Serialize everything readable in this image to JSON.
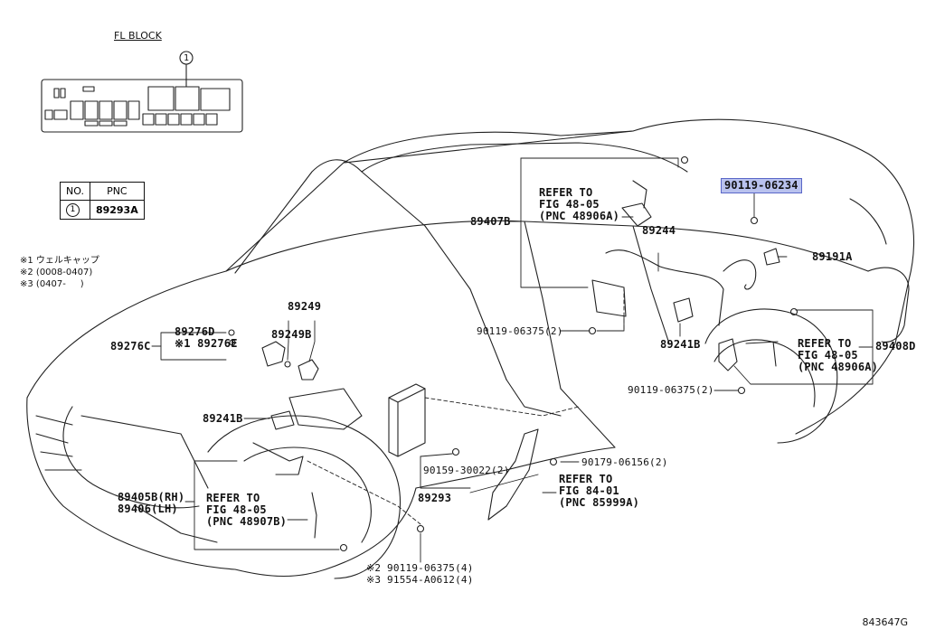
{
  "fl_block": {
    "title": "FL BLOCK",
    "callout": "1"
  },
  "pnc_table": {
    "header_no": "NO.",
    "header_pnc": "PNC",
    "row_no": "1",
    "row_pnc": "89293A"
  },
  "notes": [
    "※1 ウェルキャップ",
    "※2 (0008-0407)",
    "※3 (0407-     )"
  ],
  "labels": {
    "refer_48_05_a": [
      "REFER TO",
      "FIG 48-05",
      "(PNC 48906A)"
    ],
    "refer_48_05_b": [
      "REFER TO",
      "FIG 48-05",
      "(PNC 48906A)"
    ],
    "refer_48_05_c": [
      "REFER TO",
      "FIG 48-05",
      "(PNC 48907B)"
    ],
    "refer_84_01": [
      "REFER TO",
      "FIG 84-01",
      "(PNC 85999A)"
    ],
    "p89407B": "89407B",
    "p89244": "89244",
    "p90119_06234": "90119-06234",
    "p89191A": "89191A",
    "p90119_06375_2a": "90119-06375(2)",
    "p89241B_r": "89241B",
    "p89408D": "89408D",
    "p90119_06375_2b": "90119-06375(2)",
    "p89249": "89249",
    "p89276D": "89276D",
    "p89276E": "※1 89276E",
    "p89276C": "89276C",
    "p89249B": "89249B",
    "p89241B_l": "89241B",
    "p90179_06156": "90179-06156(2)",
    "p90159_30022": "90159-30022(2)",
    "p89293": "89293",
    "p89405B": "89405B(RH)",
    "p89406": "89406(LH)",
    "p90119_06375_4": "※2 90119-06375(4)",
    "p91554": "※3 91554-A0612(4)"
  },
  "footer_code": "843647G"
}
